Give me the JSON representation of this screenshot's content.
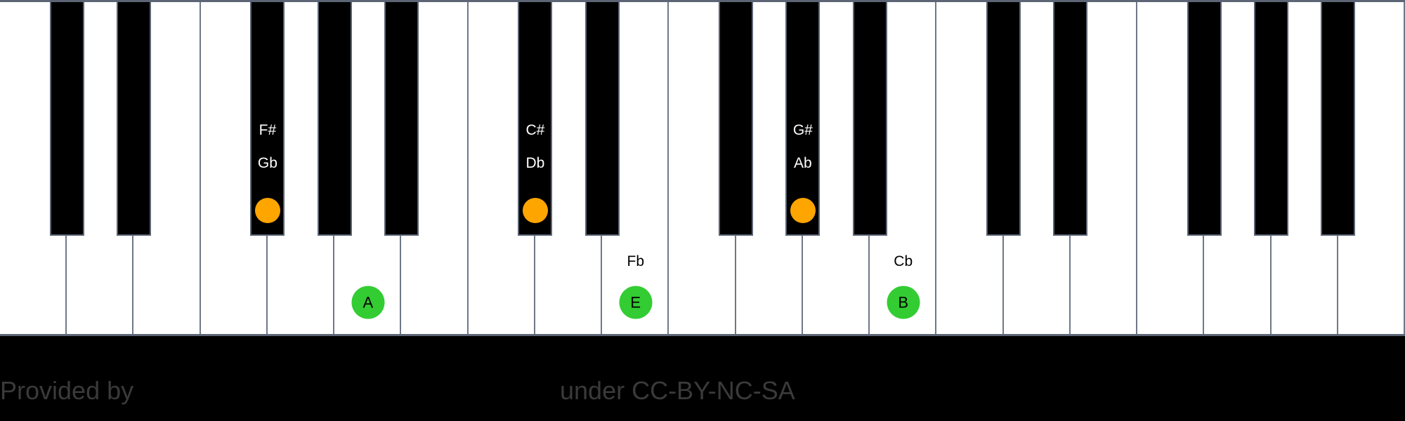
{
  "keyboard": {
    "white_key_count": 21,
    "white_key_width": 95.238,
    "black_key_boundaries": [
      1,
      2,
      4,
      5,
      6,
      8,
      9,
      11,
      12,
      13,
      15,
      16,
      18,
      19,
      20
    ],
    "colors": {
      "white_key": "#ffffff",
      "black_key": "#000000",
      "border": "#6e7888",
      "root_dot": "#2ecc40",
      "accidental_dot": "#ffa500"
    }
  },
  "black_notes": [
    {
      "boundary": 4,
      "sharp": "F#",
      "flat": "Gb",
      "dot_color": "#ffa500"
    },
    {
      "boundary": 8,
      "sharp": "C#",
      "flat": "Db",
      "dot_color": "#ffa500"
    },
    {
      "boundary": 12,
      "sharp": "G#",
      "flat": "Ab",
      "dot_color": "#ffa500"
    }
  ],
  "white_notes": [
    {
      "index": 5,
      "name": "A",
      "alt": "",
      "dot_color": "#33cc33"
    },
    {
      "index": 9,
      "name": "E",
      "alt": "Fb",
      "dot_color": "#33cc33"
    },
    {
      "index": 13,
      "name": "B",
      "alt": "Cb",
      "dot_color": "#33cc33"
    }
  ],
  "footer": {
    "provided_by": "Provided by",
    "license": "under CC-BY-NC-SA"
  }
}
